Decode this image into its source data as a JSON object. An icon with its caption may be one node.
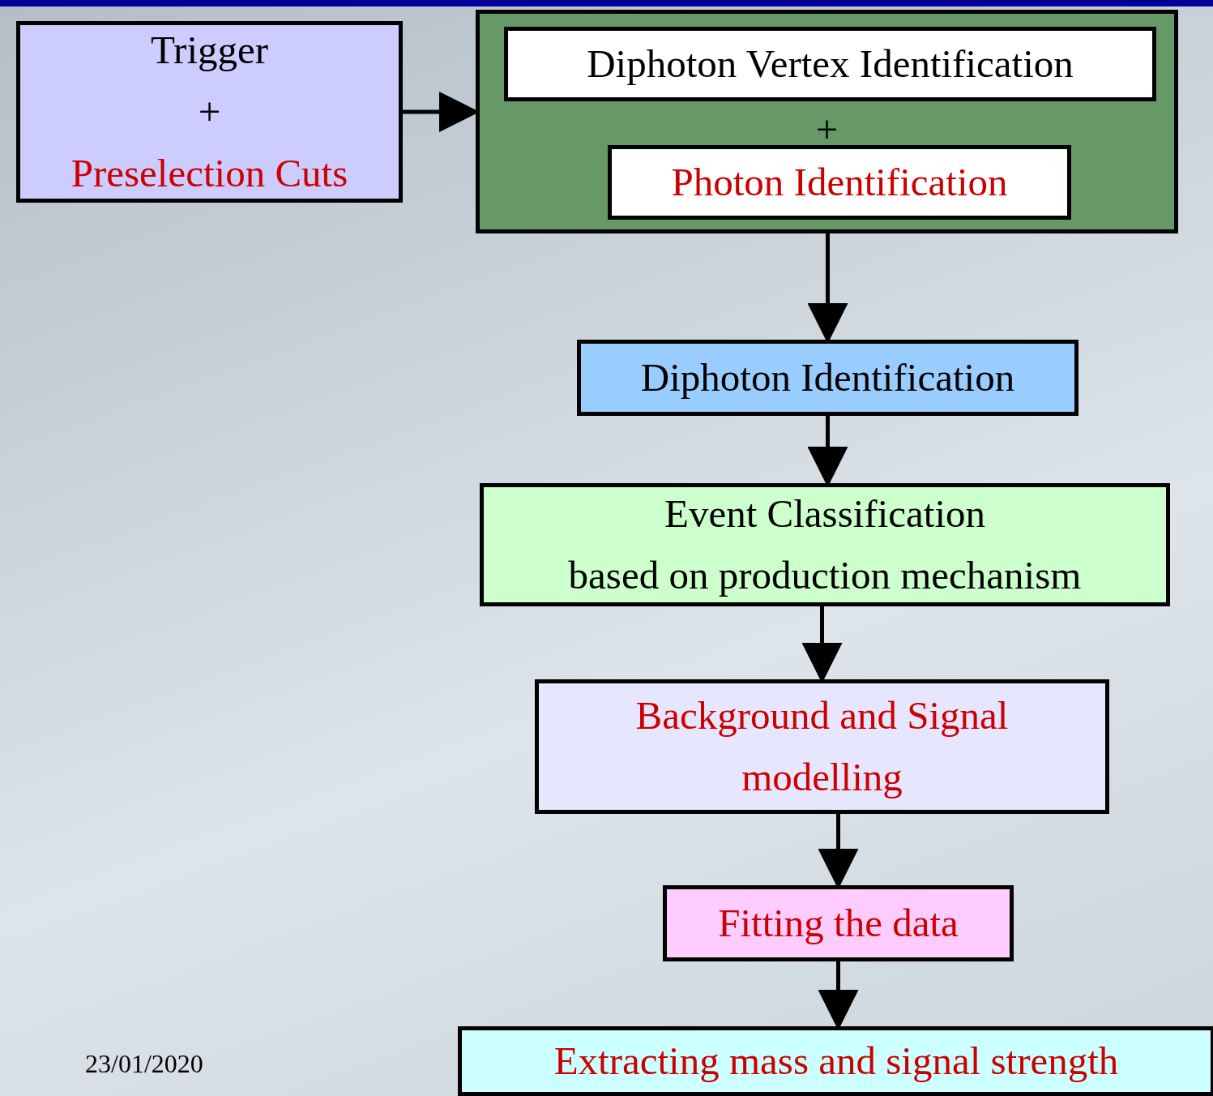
{
  "diagram": {
    "nodes": [
      {
        "text": [
          "Trigger",
          "+",
          "Preselection Cuts"
        ]
      },
      {
        "text": [
          "+"
        ]
      },
      {
        "text": [
          "Diphoton Vertex Identification"
        ],
        "in": 1
      },
      {
        "text": [
          "Photon Identification"
        ],
        "in": 1
      },
      {
        "text": [
          "Diphoton Identification"
        ]
      },
      {
        "text": [
          "Event Classification",
          "based on production mechanism"
        ]
      },
      {
        "text": [
          "Background and Signal modelling"
        ]
      },
      {
        "text": [
          "Fitting the data"
        ]
      },
      {
        "text": [
          "Extracting mass and signal strength"
        ]
      }
    ],
    "edges": [
      {
        "from": 0,
        "to": 1,
        "arrow": "to"
      },
      {
        "from": 1,
        "to": 4,
        "arrow": "to"
      },
      {
        "from": 4,
        "to": 5,
        "arrow": "to"
      },
      {
        "from": 5,
        "to": 6,
        "arrow": "to"
      },
      {
        "from": 6,
        "to": 7,
        "arrow": "to"
      },
      {
        "from": 7,
        "to": 8,
        "arrow": "to"
      }
    ],
    "labels": [
      "23/01/2020"
    ]
  }
}
